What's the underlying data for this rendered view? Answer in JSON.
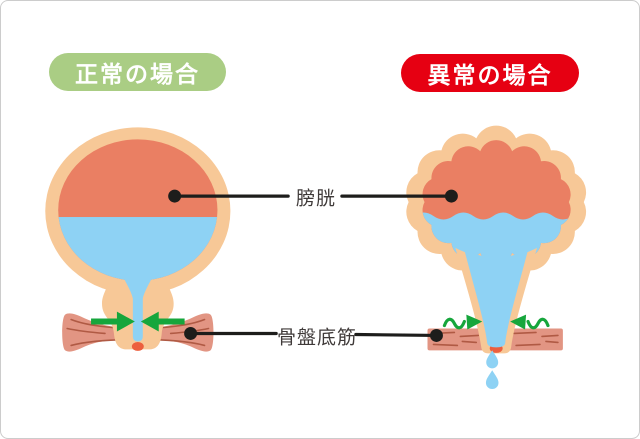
{
  "page": {
    "background": "#ffffff",
    "border_color": "#cccccc"
  },
  "headers": {
    "normal": {
      "label": "正常の場合",
      "bg_color": "#aacd84",
      "text_color": "#ffffff"
    },
    "abnormal": {
      "label": "異常の場合",
      "bg_color": "#e60012",
      "text_color": "#ffffff"
    }
  },
  "annotations": {
    "bladder_label": "膀胱",
    "pelvic_floor_label": "骨盤底筋",
    "text_color": "#3f3a39",
    "leader_color": "#1d1d1b"
  },
  "colors": {
    "skin": "#f7c897",
    "bladder_wall": "#ea7f63",
    "urine": "#8ed2f4",
    "muscle": "#e29583",
    "muscle_fiber": "#b05a44",
    "arrow_green": "#16a63c",
    "droplet": "#8ed2f4",
    "urethra_opening": "#ec5f3e",
    "leader_dot": "#1d1d1b"
  }
}
